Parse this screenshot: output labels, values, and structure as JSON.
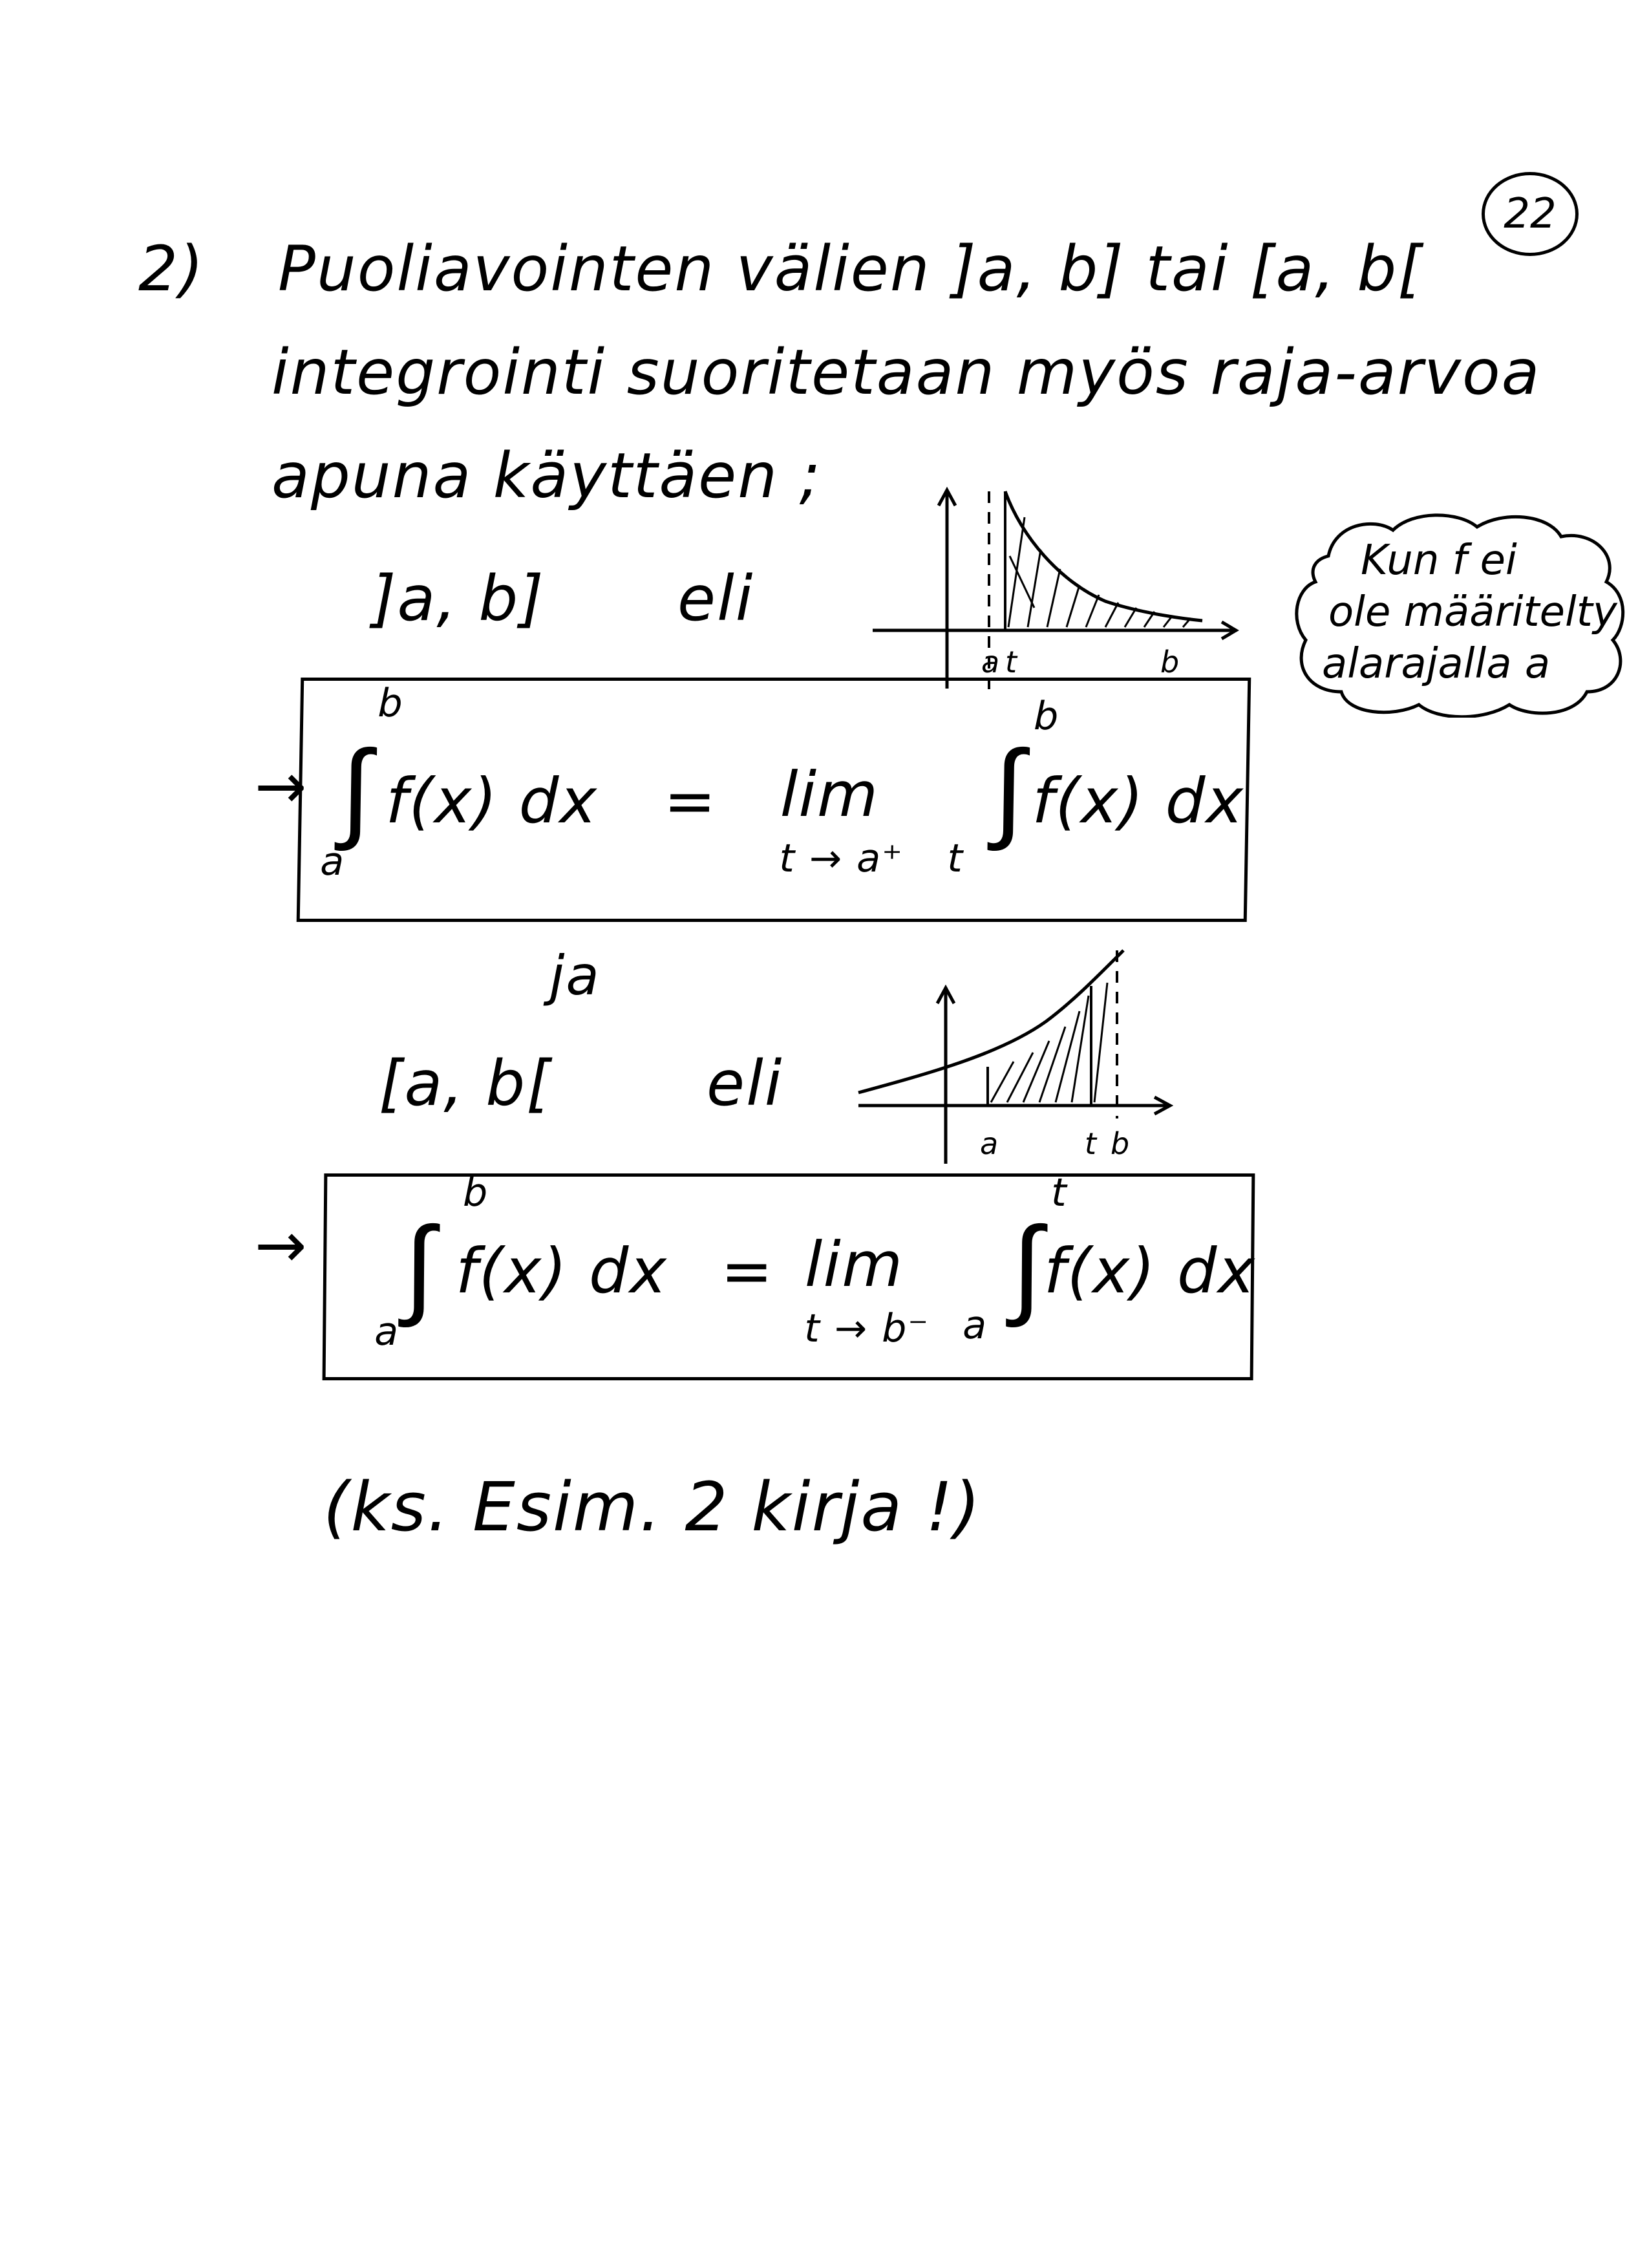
{
  "page_number": "22",
  "item_number": "2)",
  "intro_lines": [
    "Puoliavointen välien ]a, b] tai [a, b[",
    "integrointi suoritetaan myös raja-arvoa",
    "apuna käyttäen ;"
  ],
  "symbols": {
    "arrow": "→",
    "integral": "∫"
  },
  "case1": {
    "interval": "]a, b]",
    "eli": "eli",
    "graph_labels": {
      "a": "a",
      "t": "t",
      "b": "b"
    },
    "formula": {
      "upper": "b",
      "lower": "a",
      "integrand": "f(x) dx",
      "equals": "=",
      "lim": "lim",
      "lim_sub": "t → a⁺",
      "rhs_upper": "b",
      "rhs_lower": "t",
      "rhs_integrand": "f(x) dx"
    }
  },
  "note_cloud": [
    "Kun f ei",
    "ole määritelty",
    "alarajalla a"
  ],
  "ja": "ja",
  "case2": {
    "interval": "[a, b[",
    "eli": "eli",
    "graph_labels": {
      "a": "a",
      "t": "t",
      "b": "b"
    },
    "formula": {
      "upper": "b",
      "lower": "a",
      "integrand": "f(x) dx",
      "equals": "=",
      "lim": "lim",
      "lim_sub": "t → b⁻",
      "rhs_upper": "t",
      "rhs_lower": "a",
      "rhs_integrand": "f(x) dx"
    }
  },
  "footer": "(ks. Esim. 2 kirja !)"
}
